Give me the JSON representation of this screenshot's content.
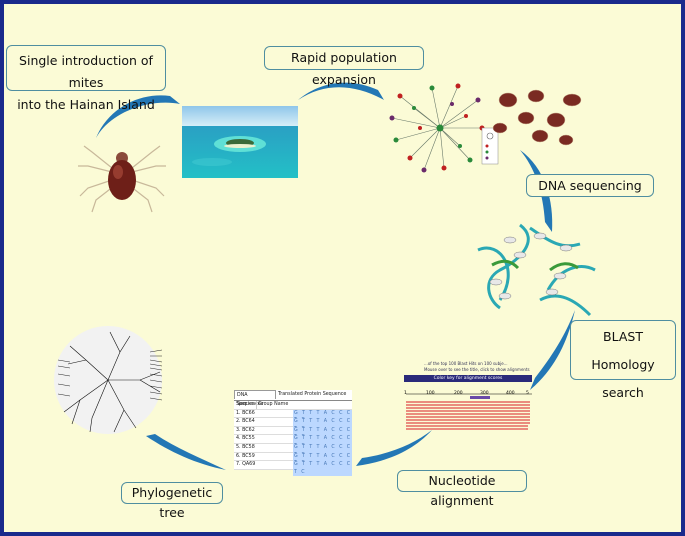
{
  "labels": {
    "single_line1": "Single introduction of mites",
    "single_line2": "into the Hainan Island",
    "rapid": "Rapid population expansion",
    "dna": "DNA sequencing",
    "blast_line1": "BLAST",
    "blast_line2": "Homology search",
    "nucleotide": "Nucleotide alignment",
    "phylo": "Phylogenetic tree"
  },
  "sequence_table": {
    "tab_dna": "DNA Sequences",
    "tab_protein": "Translated Protein Sequence",
    "col_species": "Species",
    "col_group": "Group Name",
    "rows": [
      {
        "name": "1. BC66",
        "seq": "G T T T A C C C T C"
      },
      {
        "name": "2. BC64",
        "seq": "G T T T A C C C T C"
      },
      {
        "name": "3. BC62",
        "seq": "G T T T A C C C T C"
      },
      {
        "name": "4. BC55",
        "seq": "G T T T A C C C T C"
      },
      {
        "name": "5. BC58",
        "seq": "G T T T A C C C T C"
      },
      {
        "name": "6. BC59",
        "seq": "G T T T A C C C T C"
      },
      {
        "name": "7. QA69",
        "seq": "G T T T A C C C T C"
      }
    ]
  },
  "blast_panel": {
    "title": "...of the top 100 Blast Hits on 100 subje...",
    "subtitle": "Mouse over to see the title, click to show alignments",
    "color_key": "Color key for alignment scores",
    "ticks": [
      "1",
      "100",
      "200",
      "300",
      "400",
      "5"
    ]
  },
  "colors": {
    "background": "#fbfbd6",
    "frame": "#1a2a8c",
    "arrow": "#2377b5",
    "box_border": "#4f8ea0"
  }
}
